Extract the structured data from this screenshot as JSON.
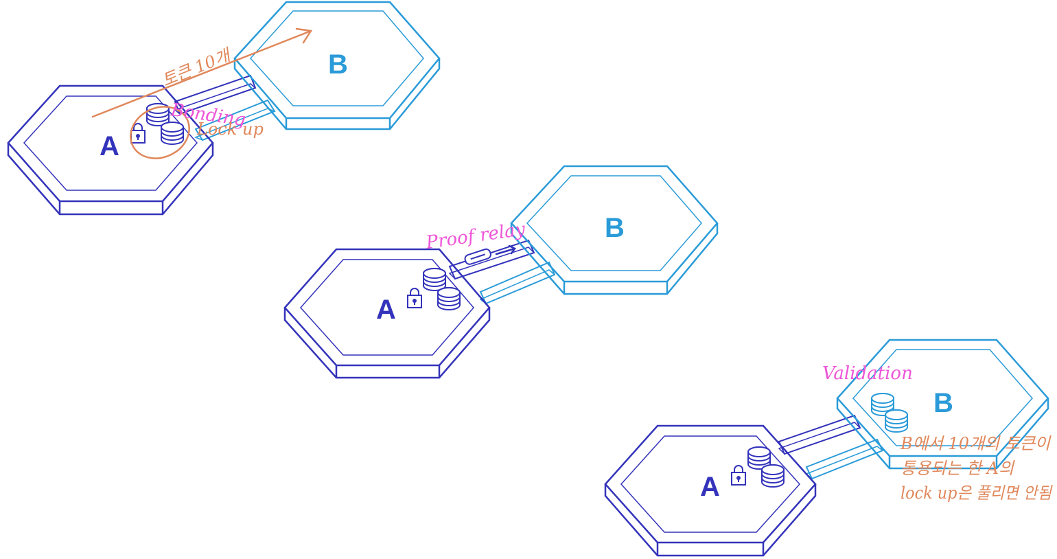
{
  "colors": {
    "chain_a": "#3333bb",
    "chain_b": "#2a9bd8",
    "annotation_pink": "#ee55d8",
    "annotation_orange": "#e0875a"
  },
  "icons": [
    "lock-icon",
    "coin-stack-icon",
    "proof-packet-icon",
    "arrow-icon"
  ],
  "scenes": [
    {
      "chain_a_label": "A",
      "chain_b_label": "B",
      "annotations": {
        "transfer": "토큰 10개",
        "bonding": "Bonding",
        "lockup": "Lock up"
      }
    },
    {
      "chain_a_label": "A",
      "chain_b_label": "B",
      "annotations": {
        "proof_relay": "Proof relay"
      }
    },
    {
      "chain_a_label": "A",
      "chain_b_label": "B",
      "annotations": {
        "validation": "Validation",
        "note_line1": "B에서 10개의 토큰이",
        "note_line2": "통용되는 한 A의",
        "note_line3": "lock up은 풀리면 안됨"
      }
    }
  ]
}
